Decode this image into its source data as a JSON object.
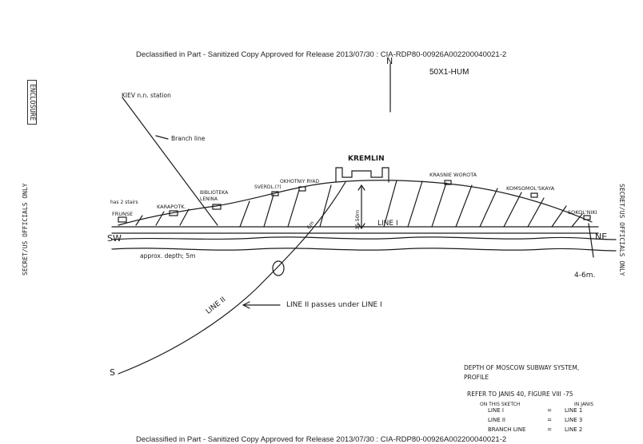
{
  "banner_top": "Declassified in Part - Sanitized Copy Approved for Release 2013/07/30 : CIA-RDP80-00926A002200040021-2",
  "banner_bottom": "Declassified in Part - Sanitized Copy Approved for Release 2013/07/30 : CIA-RDP80-00926A002200040021-2",
  "code": "50X1-HUM",
  "stamp_enclosure": "ENCLOSURE",
  "stamp_left": "SECRET/US OFFICIALS ONLY",
  "stamp_right": "SECRET/US OFFICIALS ONLY",
  "labels": {
    "north": "N",
    "southwest": "SW",
    "northeast": "NE",
    "south": "S",
    "kiev_station": "KIEV n.n. station",
    "branch_line": "Branch line",
    "kremlin": "KREMLIN",
    "line1": "LINE I",
    "line2": "LINE II",
    "line2_note": "LINE II passes under LINE I",
    "approx_depth": "approx. depth; 5m",
    "depth_right": "4-6m.",
    "depth_center": "35-50m",
    "depth_diag": "6m",
    "stairs_note": "has 2 stairs"
  },
  "stations": [
    "FRUNSE",
    "KARAPOTK.",
    "BIBLIOTEKA LENINA",
    "SVERDL.(?)",
    "OKHOTNIY RYAD",
    "KRASNIE WOROTA",
    "KOMSOMOL'SKAYA",
    "SOKOL'NIKI"
  ],
  "caption": {
    "title_line1": "DEPTH OF MOSCOW SUBWAY SYSTEM,",
    "title_line2": "PROFILE",
    "refer": "REFER TO JANIS 40, FIGURE VIII -75",
    "head_left": "ON THIS SKETCH",
    "head_right": "IN JANIS",
    "rows": [
      {
        "left": "LINE I",
        "eq": "=",
        "right": "LINE 1"
      },
      {
        "left": "LINE II",
        "eq": "=",
        "right": "LINE 3"
      },
      {
        "left": "BRANCH LINE",
        "eq": "=",
        "right": "LINE 2"
      }
    ]
  }
}
